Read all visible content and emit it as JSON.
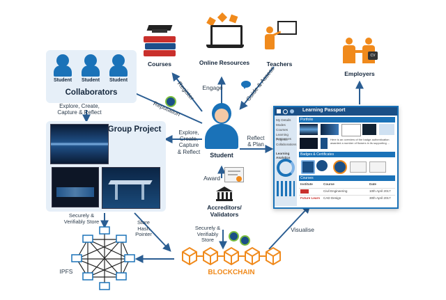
{
  "nodes": {
    "courses": "Courses",
    "online_resources": "Online Resources",
    "teachers": "Teachers",
    "employers": "Employers",
    "collaborators": "Collaborators",
    "student_1": "Student",
    "student_2": "Student",
    "student_3": "Student",
    "group_project": "Group Project",
    "student_center": "Student",
    "accreditors": "Accreditors/\nValidators",
    "ipfs": "IPFS",
    "blockchain": "BLOCKCHAIN"
  },
  "edges": {
    "register": "Register",
    "engage": "Engage",
    "guide_assess": "Guide & Assess",
    "reputation": "Reputation",
    "explore_left": "Explore, Create,\nCapture & Reflect",
    "explore_center": "Explore,\nCreate,\nCapture\n& Reflect",
    "reflect_plan": "Reflect\n& Plan",
    "award": "Award",
    "securely_left": "Securely &\nVerifiably Store",
    "store_hash": "Store\nHash\nPointer",
    "securely_right": "Securely &\nVerifiably\nStore",
    "visualise": "Visualise"
  },
  "passport": {
    "title": "Learning Passport",
    "sidebar": [
      "My Details",
      "Modes",
      "Courses",
      "Learning Resources",
      "Projects",
      "Collaborations",
      "",
      "Learning Analytics"
    ],
    "portfolio": "Portfolio",
    "badges": "Badges & Certificates",
    "courses_section": "Courses",
    "columns": [
      "Institute",
      "Course",
      "Date"
    ],
    "rows": [
      [
        "",
        "Civil Engineering",
        "10th April 2017"
      ],
      [
        "Future Learn",
        "CAD Design",
        "30th April 2017"
      ]
    ],
    "badge_text": "Here is an overview of the badge authentication awarded a number of flowers in its supporting ...",
    "cv_label": "CV"
  },
  "colors": {
    "arrow": "#2a5d92",
    "blockchain": "#f08a1c",
    "accent": "#1a72b8",
    "panel": "#e6eff8"
  }
}
